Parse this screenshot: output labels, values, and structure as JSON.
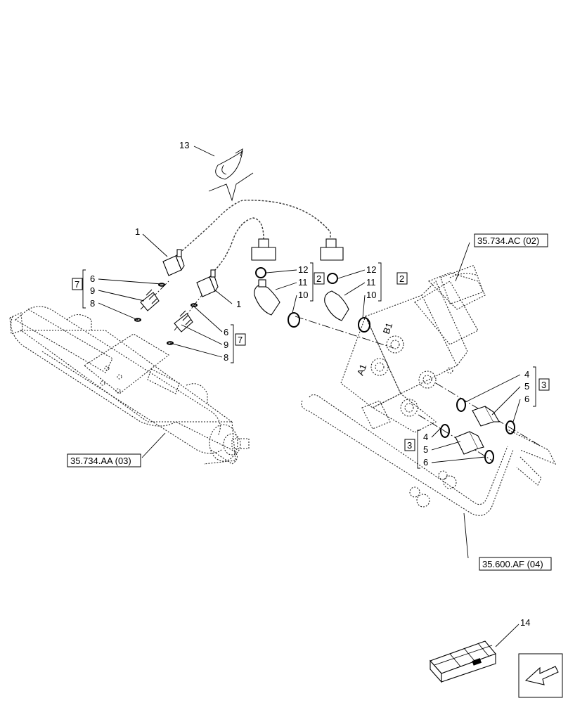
{
  "diagram": {
    "callouts": {
      "c1a": "1",
      "c1b": "1",
      "c6a": "6",
      "c9a": "9",
      "c8a": "8",
      "c6b": "6",
      "c9b": "9",
      "c8b": "8",
      "c12a": "12",
      "c11a": "11",
      "c10a": "10",
      "c12b": "12",
      "c11b": "11",
      "c10b": "10",
      "c13": "13",
      "c14": "14",
      "c4a": "4",
      "c5a": "5",
      "c6c": "6",
      "c4b": "4",
      "c5b": "5",
      "c6d": "6"
    },
    "groups": {
      "g7a": "7",
      "g7b": "7",
      "g2a": "2",
      "g2b": "2",
      "g3a": "3",
      "g3b": "3"
    },
    "references": {
      "ref_ac": "35.734.AC (02)",
      "ref_aa": "35.734.AA (03)",
      "ref_af": "35.600.AF (04)"
    },
    "valve_marks": {
      "port_a1": "A1",
      "port_b1": "B1"
    }
  }
}
